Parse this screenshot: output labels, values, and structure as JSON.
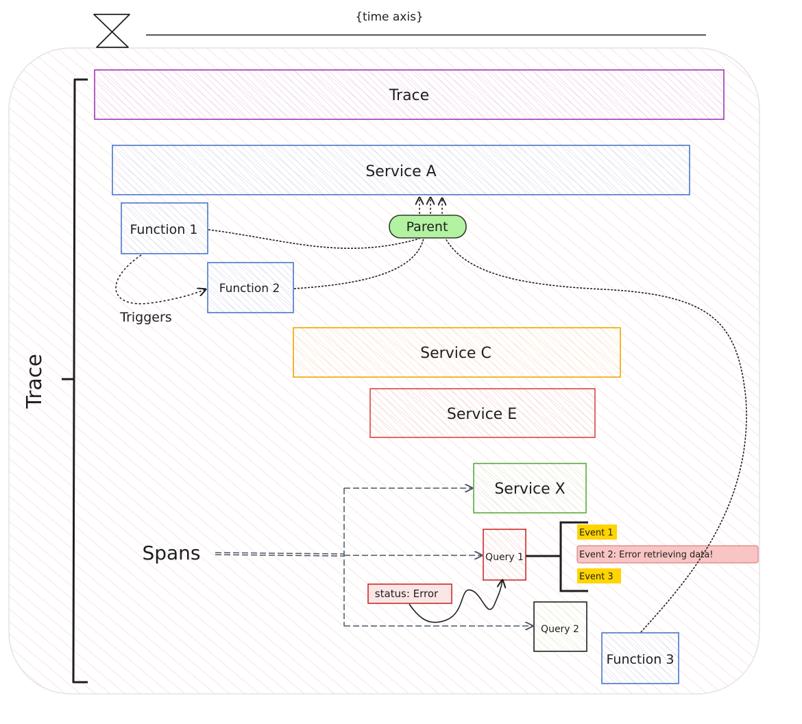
{
  "time_axis_label": "{time axis}",
  "trace_side_label": "Trace",
  "spans_label": "Spans",
  "triggers_label": "Triggers",
  "parent_label": "Parent",
  "nodes": {
    "trace": "Trace",
    "service_a": "Service A",
    "function_1": "Function 1",
    "function_2": "Function 2",
    "service_c": "Service C",
    "service_e": "Service E",
    "service_x": "Service X",
    "query_1": "Query 1",
    "query_2": "Query 2",
    "status": "status: Error",
    "function_3": "Function 3"
  },
  "events": [
    "Event 1",
    "Event 2: Error retrieving data!",
    "Event 3"
  ],
  "colors": {
    "trace": "#9c36b5",
    "service_a": "#4a74c9",
    "function": "#4a74c9",
    "service_c": "#f0a500",
    "service_e": "#d9453f",
    "service_x": "#5aaa3a",
    "query": "#c92a2a",
    "event_highlight": "#ffd400",
    "event_error": "#f8c4c4",
    "parent_fill": "#b2f2a0"
  }
}
